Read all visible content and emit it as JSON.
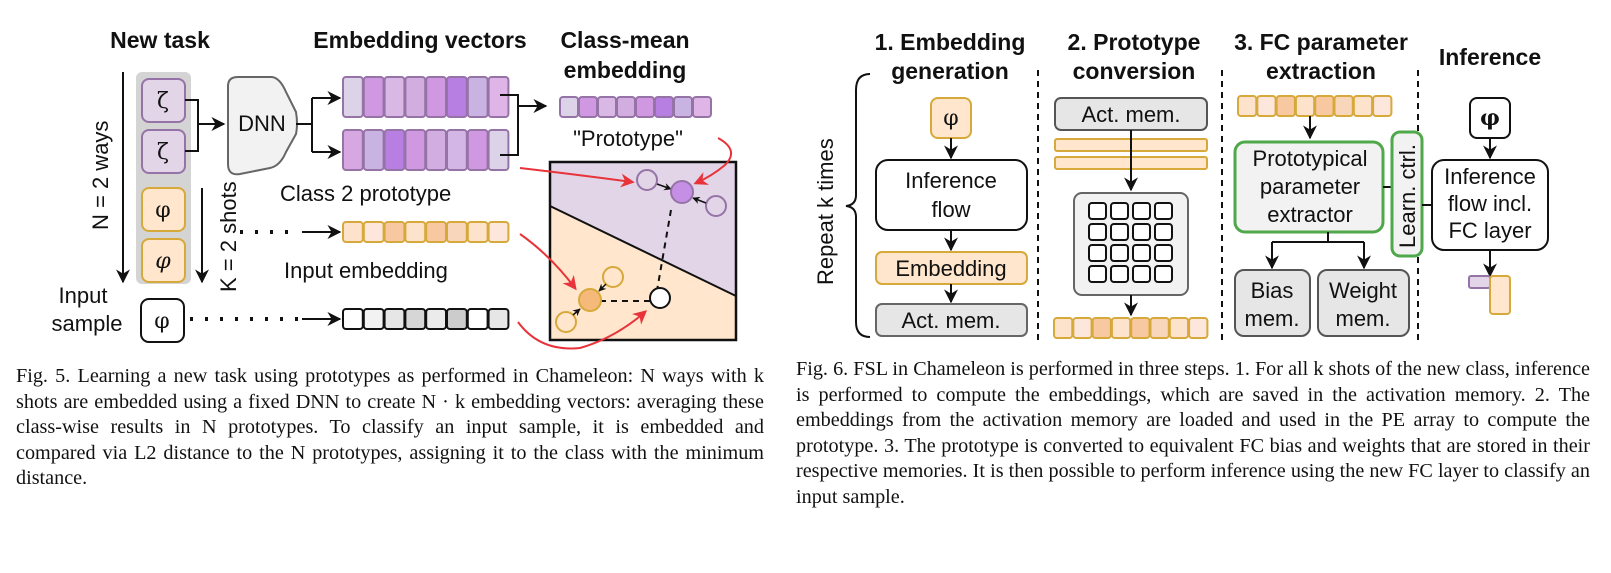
{
  "figure5": {
    "headers": {
      "new_task": "New task",
      "embedding_vectors": "Embedding vectors",
      "class_mean_line1": "Class-mean",
      "class_mean_line2": "embedding"
    },
    "labels": {
      "n_ways": "N = 2 ways",
      "k_shots": "K = 2 shots",
      "dnn": "DNN",
      "prototype": "\"Prototype\"",
      "class2_prototype": "Class 2 prototype",
      "input_embedding": "Input embedding",
      "input_sample_line1": "Input",
      "input_sample_line2": "sample"
    },
    "symbols": {
      "class1": "ζ",
      "class2": "φ",
      "input": "φ"
    },
    "vectors": {
      "embedding_1": [
        "#dcd3e8",
        "#cf98e0",
        "#d9b8e6",
        "#d2addf",
        "#cf98e0",
        "#b77fe2",
        "#c9b3e3",
        "#dfb4e6"
      ],
      "embedding_2": [
        "#d7a7e2",
        "#c9b3e3",
        "#b77fe2",
        "#cf98e0",
        "#d2addf",
        "#d4b6e6",
        "#cf98e0",
        "#dcd3e8"
      ],
      "class_mean": [
        "#dcd3e8",
        "#cf98e0",
        "#d9b8e6",
        "#d2addf",
        "#cf98e0",
        "#b77fe2",
        "#c9b3e3",
        "#dfb4e6"
      ],
      "class2_prototype": [
        "#fde3cc",
        "#fde6dc",
        "#f8c9a0",
        "#fde3cc",
        "#f8c9a0",
        "#f8d6bc",
        "#fde3cc",
        "#fde6dc"
      ],
      "input_embedding": [
        "#ffffff",
        "#f2f2f2",
        "#e6e6e6",
        "#d6d6d6",
        "#ebebeb",
        "#cccccc",
        "#ffffff",
        "#e6e6e6"
      ]
    },
    "colors": {
      "purple_fill": "#e1d5e7",
      "purple_stroke": "#9673a6",
      "orange_fill": "#ffe6cc",
      "orange_stroke": "#d6a93a",
      "red_arrow": "#e8333a",
      "purple_region": "#e1d5e7",
      "orange_region": "#ffe6cc"
    },
    "caption": "Fig. 5. Learning a new task using prototypes as performed in Chameleon: N ways with k shots are embedded using a fixed DNN to create N · k embedding vectors: averaging these class-wise results in N prototypes. To classify an input sample, it is embedded and compared via L2 distance to the N prototypes, assigning it to the class with the minimum distance."
  },
  "figure6": {
    "headers": {
      "step1_line1": "1. Embedding",
      "step1_line2": "generation",
      "step2_line1": "2. Prototype",
      "step2_line2": "conversion",
      "step3_line1": "3. FC parameter",
      "step3_line2": "extraction",
      "inference": "Inference"
    },
    "labels": {
      "repeat": "Repeat k times",
      "phi": "φ",
      "inference_flow_line1": "Inference",
      "inference_flow_line2": "flow",
      "embedding": "Embedding",
      "act_mem": "Act. mem.",
      "extractor_line1": "Prototypical",
      "extractor_line2": "parameter",
      "extractor_line3": "extractor",
      "learn_ctrl": "Learn. ctrl.",
      "bias_line1": "Bias",
      "bias_line2": "mem.",
      "weight_line1": "Weight",
      "weight_line2": "mem.",
      "inf_fc_line1": "Inference",
      "inf_fc_line2": "flow incl.",
      "inf_fc_line3": "FC layer"
    },
    "vectors": {
      "prototype": [
        "#fde3cc",
        "#fde6dc",
        "#f8c9a0",
        "#fde3cc",
        "#f8c9a0",
        "#f8d6bc",
        "#fde3cc",
        "#fde6dc"
      ]
    },
    "pe_grid": {
      "rows": 4,
      "cols": 4
    },
    "colors": {
      "green": "#4fa84a",
      "gray_fill": "#e6e6e6",
      "orange_fill": "#ffe6cc"
    },
    "caption": "Fig. 6. FSL in Chameleon is performed in three steps. 1. For all k shots of the new class, inference is performed to compute the embeddings, which are saved in the activation memory. 2. The embeddings from the activation memory are loaded and used in the PE array to compute the prototype. 3. The prototype is converted to equivalent FC bias and weights that are stored in their respective memories. It is then possible to perform inference using the new FC layer to classify an input sample."
  }
}
